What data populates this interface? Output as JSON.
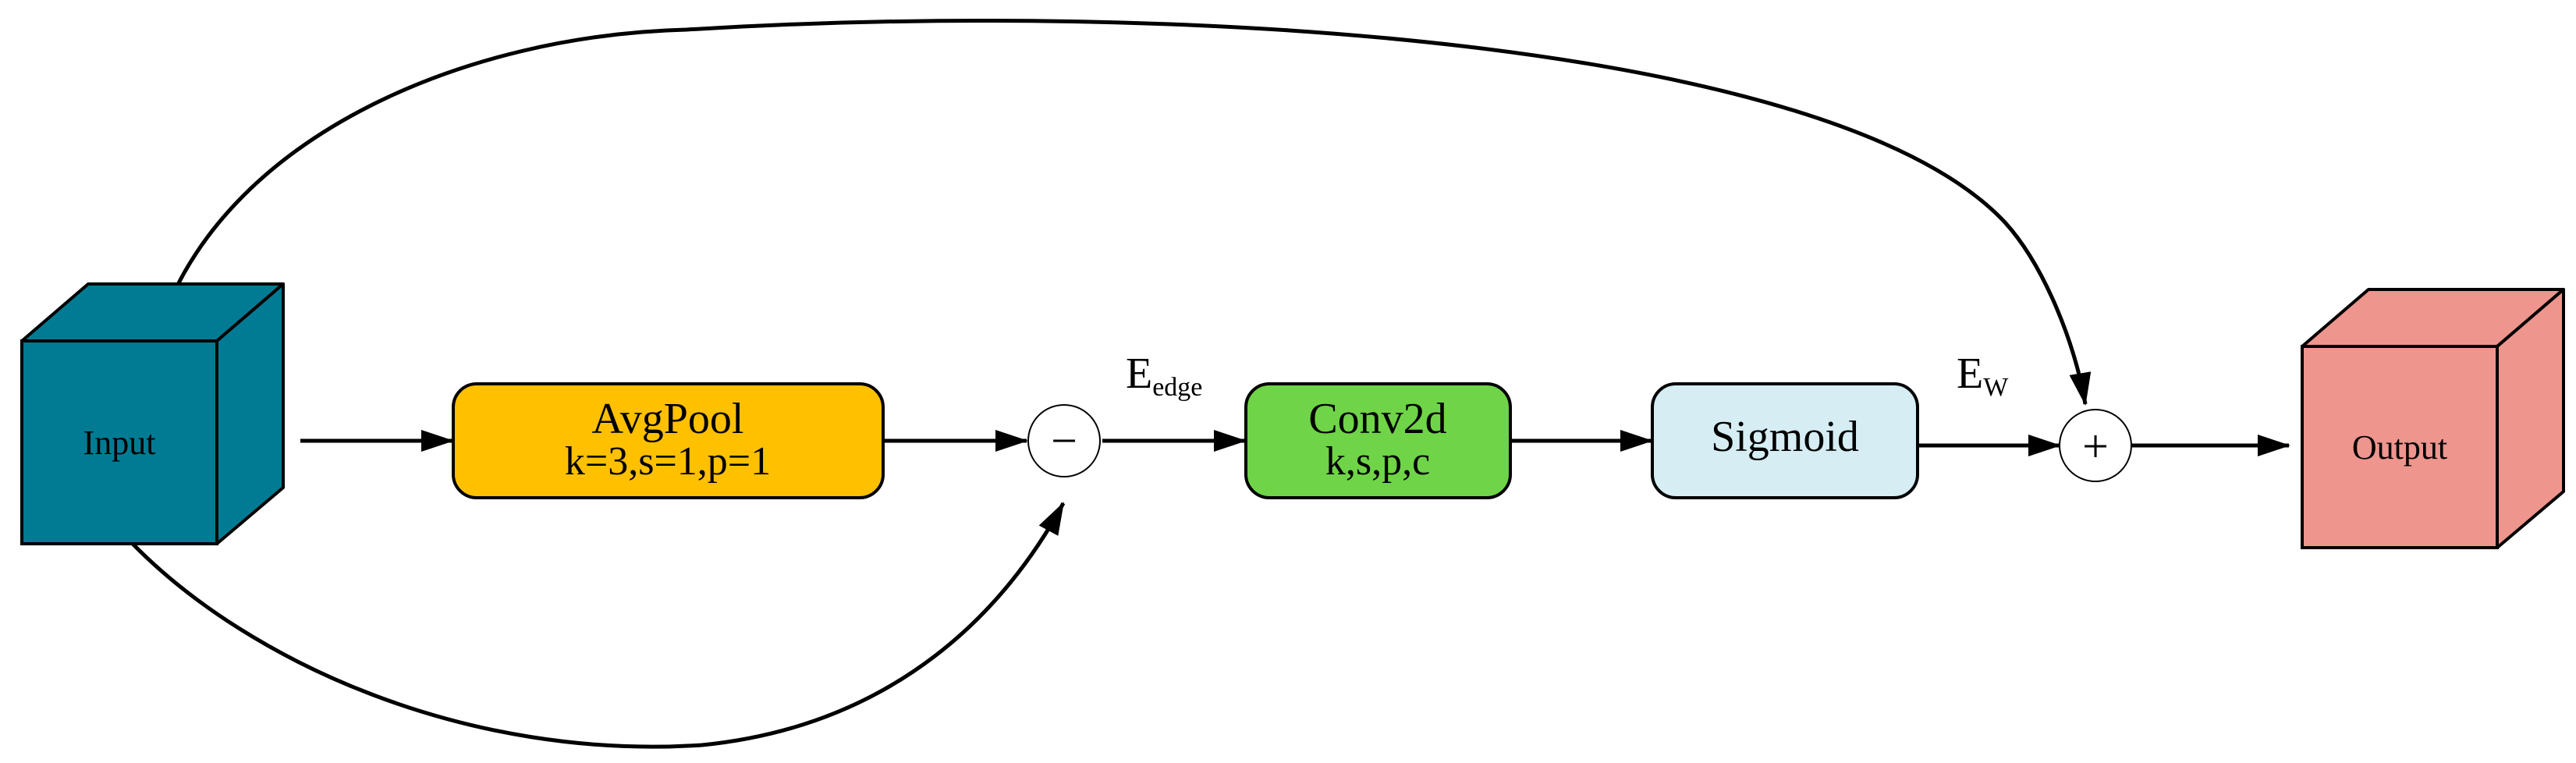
{
  "diagram": {
    "nodes": {
      "input": {
        "label": "Input",
        "color": "#007B93"
      },
      "avgpool": {
        "title": "AvgPool",
        "params": "k=3,s=1,p=1",
        "color": "#FFC000"
      },
      "subtract": {
        "symbol": "−"
      },
      "conv2d": {
        "title": "Conv2d",
        "params": "k,s,p,c",
        "color": "#6FD447"
      },
      "sigmoid": {
        "title": "Sigmoid",
        "color": "#D5EDF3"
      },
      "add": {
        "symbol": "+"
      },
      "output": {
        "label": "Output",
        "color": "#EE958E"
      }
    },
    "edge_labels": {
      "edge": {
        "main": "E",
        "sub": "edge"
      },
      "weighted": {
        "main": "E",
        "sub": "W"
      }
    }
  }
}
